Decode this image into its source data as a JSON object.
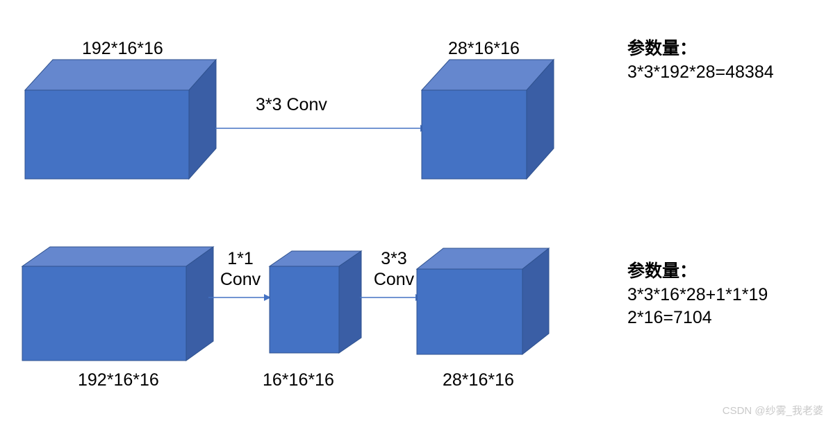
{
  "diagram": {
    "title_top_left": "192*16*16",
    "title_top_right": "28*16*16",
    "colors": {
      "front": "#4472c4",
      "top": "#6587ce",
      "side": "#3a5ea5",
      "outline": "#2f528f",
      "arrow": "#4472c4",
      "background": "#ffffff",
      "text": "#000000",
      "watermark": "#c9c9c9"
    },
    "rows": [
      {
        "name": "direct-3x3-conv-row",
        "boxes": [
          {
            "name": "input-volume-192",
            "label": "192*16*16",
            "label_position": "top"
          },
          {
            "name": "output-volume-28",
            "label": "28*16*16",
            "label_position": "top"
          }
        ],
        "arrows": [
          {
            "name": "conv-3x3-arrow",
            "label": "3*3 Conv",
            "label_lines": [
              "3*3 Conv"
            ]
          }
        ],
        "param": {
          "title": "参数量：",
          "formula_lines": [
            "3*3*192*28=48384"
          ],
          "formula": "3*3*192*28=48384",
          "result": "48384"
        }
      },
      {
        "name": "bottleneck-1x1-then-3x3-row",
        "boxes": [
          {
            "name": "input-volume-192",
            "label": "192*16*16",
            "label_position": "bottom"
          },
          {
            "name": "bottleneck-volume-16",
            "label": "16*16*16",
            "label_position": "bottom"
          },
          {
            "name": "output-volume-28",
            "label": "28*16*16",
            "label_position": "bottom"
          }
        ],
        "arrows": [
          {
            "name": "conv-1x1-arrow",
            "label": "1*1 Conv",
            "label_lines": [
              "1*1",
              "Conv"
            ]
          },
          {
            "name": "conv-3x3-arrow",
            "label": "3*3 Conv",
            "label_lines": [
              "3*3",
              "Conv"
            ]
          }
        ],
        "param": {
          "title": "参数量：",
          "formula_lines": [
            "3*3*16*28+1*1*19",
            "2*16=7104"
          ],
          "formula": "3*3*16*28+1*1*192*16=7104",
          "result": "7104"
        }
      }
    ]
  },
  "watermark": {
    "text": "CSDN @纱雾_我老婆"
  }
}
